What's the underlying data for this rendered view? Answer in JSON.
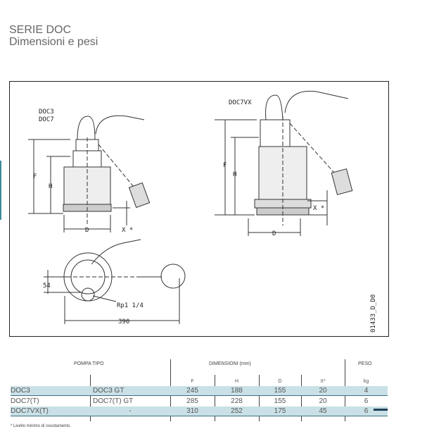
{
  "header": {
    "title": "SERIE DOC",
    "subtitle": "Dimensioni e pesi"
  },
  "drawing": {
    "left_model": [
      "DOC3",
      "DOC7"
    ],
    "right_model": "DOC7VX",
    "dim_labels": {
      "f": "F",
      "h": "H",
      "d": "D",
      "x": "X *"
    },
    "dim_54": "54",
    "thread": "Rp1 1/4",
    "dim_390": "390",
    "code": "01433_D_D0"
  },
  "table": {
    "group_headers": {
      "pump": "POMPA TIPO",
      "dims": "DIMENSIONI (mm)",
      "weight": "PESO"
    },
    "sub_headers": [
      "F",
      "H",
      "D",
      "X*",
      "kg"
    ],
    "rows": [
      {
        "a": "DOC3",
        "b": "DOC3 GT",
        "f": "245",
        "h": "188",
        "d": "155",
        "x": "20",
        "kg": "4"
      },
      {
        "a": "DOC7(T)",
        "b": "DOC7(T) GT",
        "f": "285",
        "h": "228",
        "d": "155",
        "x": "20",
        "kg": "6"
      },
      {
        "a": "DOC7VX(T)",
        "b": "-",
        "f": "310",
        "h": "252",
        "d": "175",
        "x": "45",
        "kg": "6"
      }
    ],
    "footnote": "* Livello minimo di svuotamento."
  },
  "colors": {
    "row_shade": "#c9e0e6",
    "accent": "#3a6f80"
  }
}
